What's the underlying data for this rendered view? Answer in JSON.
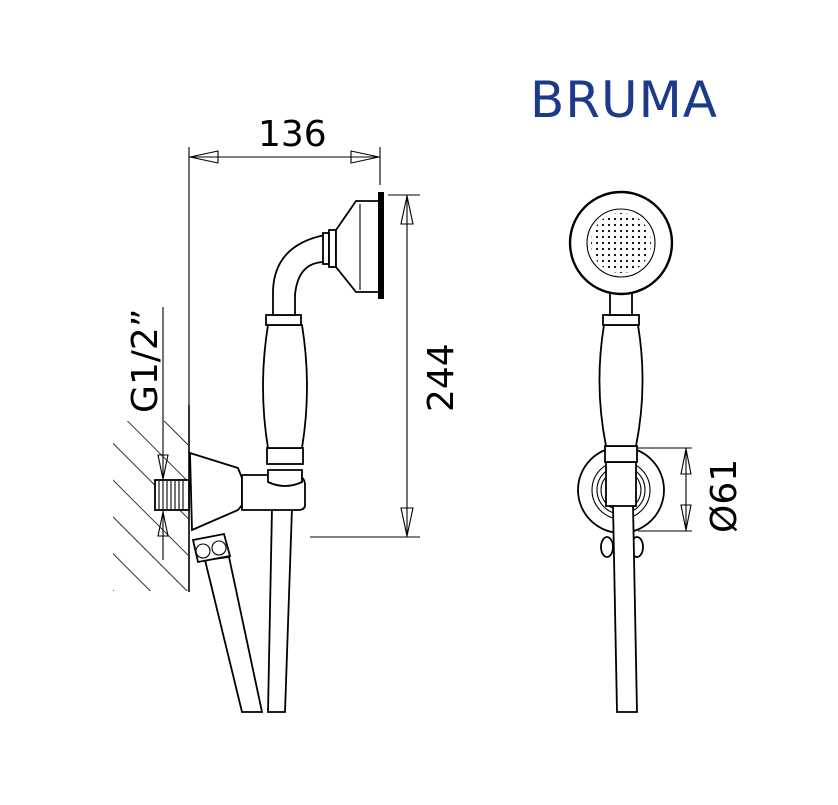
{
  "brand": {
    "name": "BRUMA",
    "color": "#1c3a8a"
  },
  "dimensions": {
    "width": "136",
    "height": "244",
    "thread": "G1/2”",
    "diameter": "Ø61"
  }
}
